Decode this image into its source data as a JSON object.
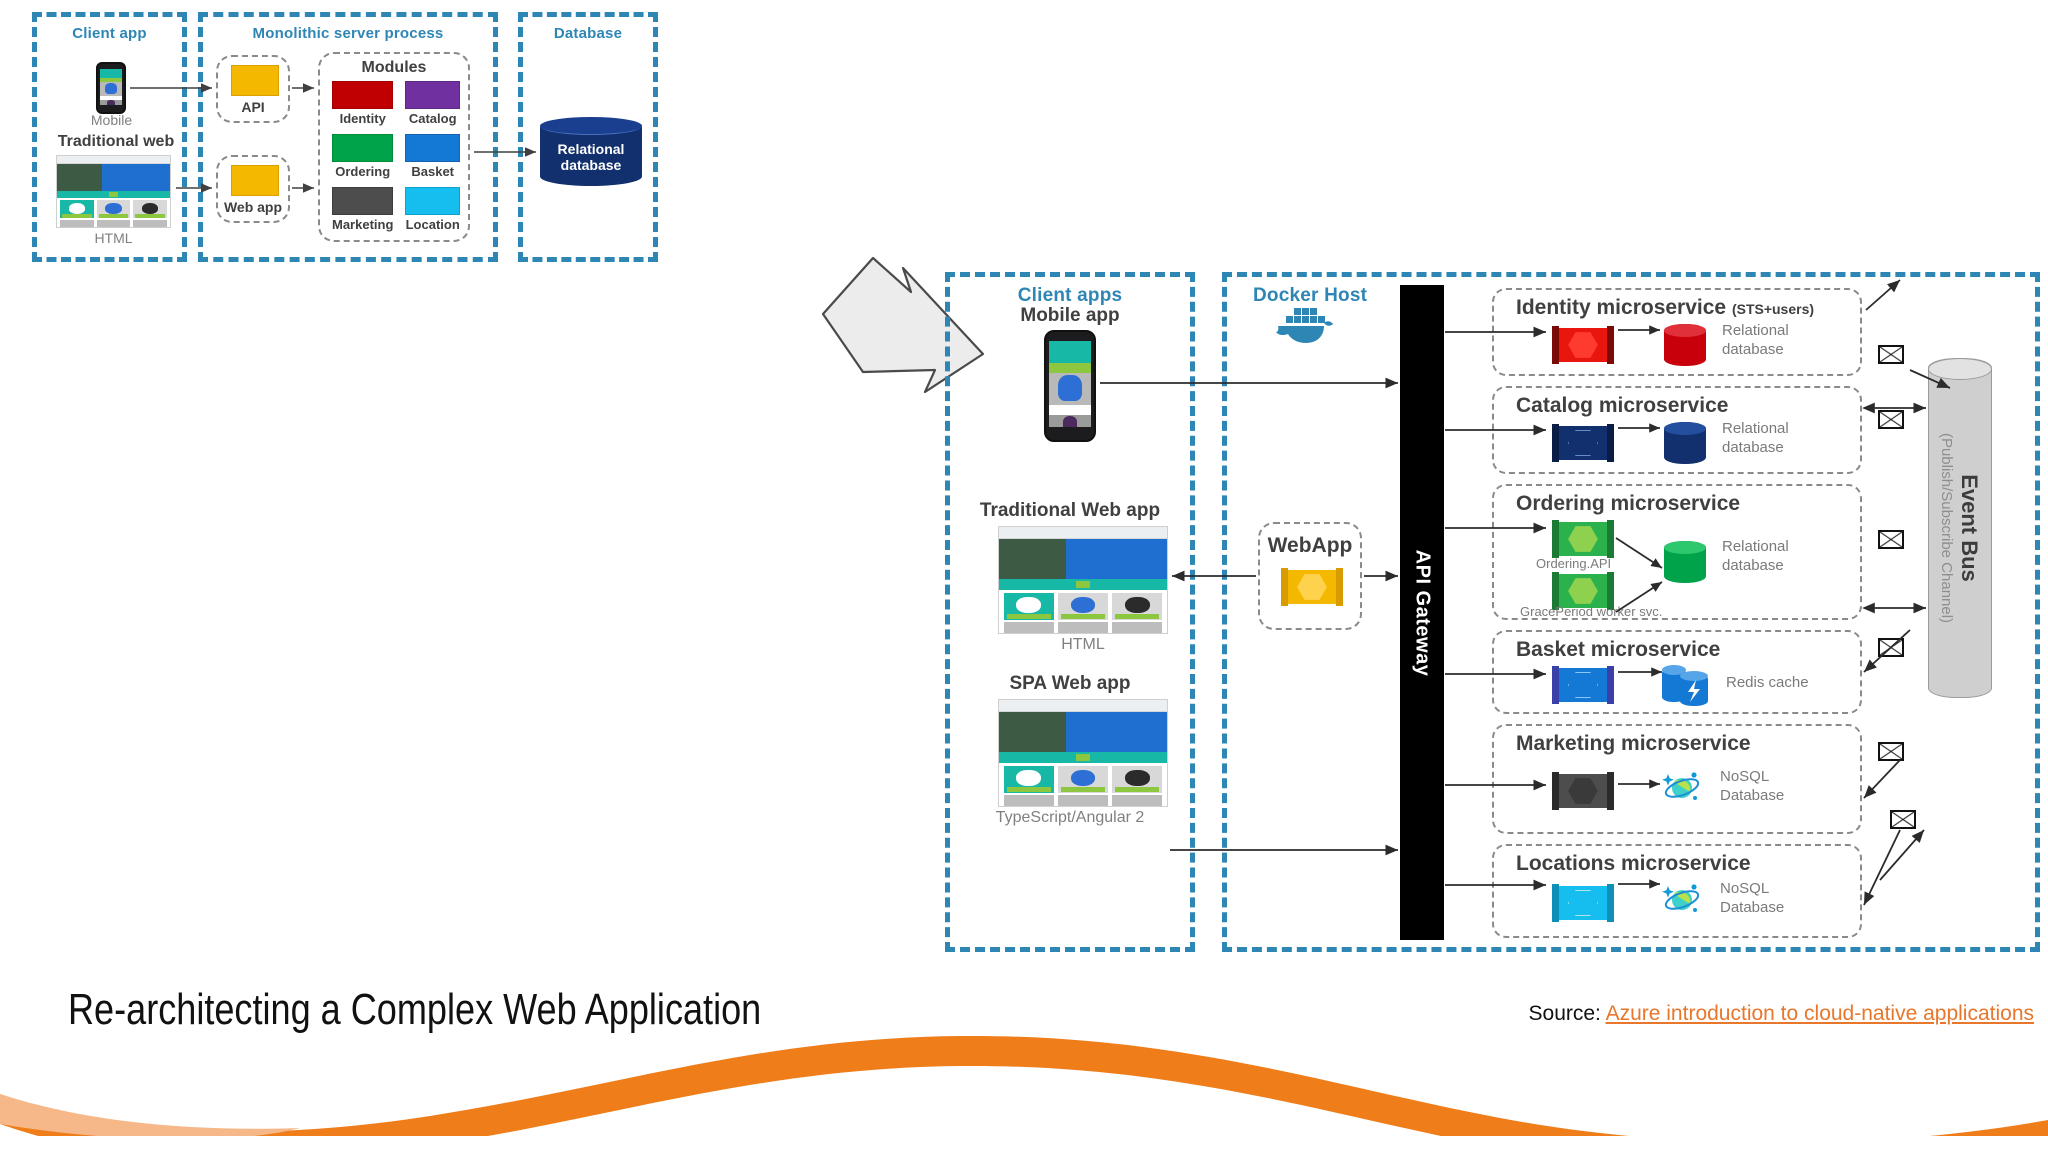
{
  "slide": {
    "title": "Re-architecting a Complex Web Application",
    "source_prefix": "Source:",
    "source_link": "Azure introduction to cloud-native applications"
  },
  "monolith": {
    "client_zone": {
      "title": "Client app"
    },
    "server_zone": {
      "title": "Monolithic server process"
    },
    "database_zone": {
      "title": "Database"
    },
    "mobile_label": "Mobile",
    "web_app_title": "Traditional web app",
    "web_app_tech": "HTML",
    "api_label": "API",
    "webapp_label": "Web app",
    "modules_title": "Modules",
    "modules": [
      {
        "name": "Identity",
        "color": "#c00000"
      },
      {
        "name": "Catalog",
        "color": "#7030a0"
      },
      {
        "name": "Ordering",
        "color": "#00a34a"
      },
      {
        "name": "Basket",
        "color": "#1479d4"
      },
      {
        "name": "Marketing",
        "color": "#4d4d4d"
      },
      {
        "name": "Location",
        "color": "#16bef0"
      }
    ],
    "database": {
      "line1": "Relational",
      "line2": "database",
      "color": "#12306e"
    }
  },
  "microservices_view": {
    "client_zone": {
      "title": "Client apps"
    },
    "docker_zone": {
      "title": "Docker Host"
    },
    "mobile_app_title": "Mobile app",
    "traditional_web_title": "Traditional Web app",
    "traditional_web_tech": "HTML",
    "spa_web_title": "SPA Web app",
    "spa_web_tech": "TypeScript/Angular 2",
    "webapp_box_label": "WebApp",
    "api_gateway_label": "API Gateway",
    "event_bus": {
      "name": "Event Bus",
      "subtitle": "(Publish/Subscribe Channel)"
    },
    "services": [
      {
        "title": "Identity microservice",
        "title_suffix": "(STS+users)",
        "color": "#e8160c",
        "store_label_1": "Relational",
        "store_label_2": "database",
        "store_kind": "cylinder",
        "store_color": "#c8000b",
        "sub_services": []
      },
      {
        "title": "Catalog microservice",
        "title_suffix": "",
        "color": "#12306e",
        "store_label_1": "Relational",
        "store_label_2": "database",
        "store_kind": "cylinder",
        "store_color": "#12306e",
        "sub_services": []
      },
      {
        "title": "Ordering microservice",
        "title_suffix": "",
        "color": "#2bb24c",
        "store_label_1": "Relational",
        "store_label_2": "database",
        "store_kind": "cylinder",
        "store_color": "#00a34a",
        "sub_services": [
          "Ordering.API",
          "GracePeriod worker svc."
        ]
      },
      {
        "title": "Basket microservice",
        "title_suffix": "",
        "color": "#1479d4",
        "store_label_1": "Redis cache",
        "store_label_2": "",
        "store_kind": "redis",
        "store_color": "#1479d4",
        "sub_services": []
      },
      {
        "title": "Marketing microservice",
        "title_suffix": "",
        "color": "#4d4d4d",
        "store_label_1": "NoSQL",
        "store_label_2": "Database",
        "store_kind": "cosmos",
        "store_color": "#4d4d4d",
        "sub_services": []
      },
      {
        "title": "Locations microservice",
        "title_suffix": "",
        "color": "#16bef0",
        "store_label_1": "NoSQL",
        "store_label_2": "Database",
        "store_kind": "cosmos",
        "store_color": "#16bef0",
        "sub_services": []
      }
    ]
  },
  "colors": {
    "zone_blue": "#2e86b5",
    "accent_orange": "#ef7d1a",
    "gateway_black": "#000000",
    "event_bus_gray": "#cfcfcf"
  }
}
